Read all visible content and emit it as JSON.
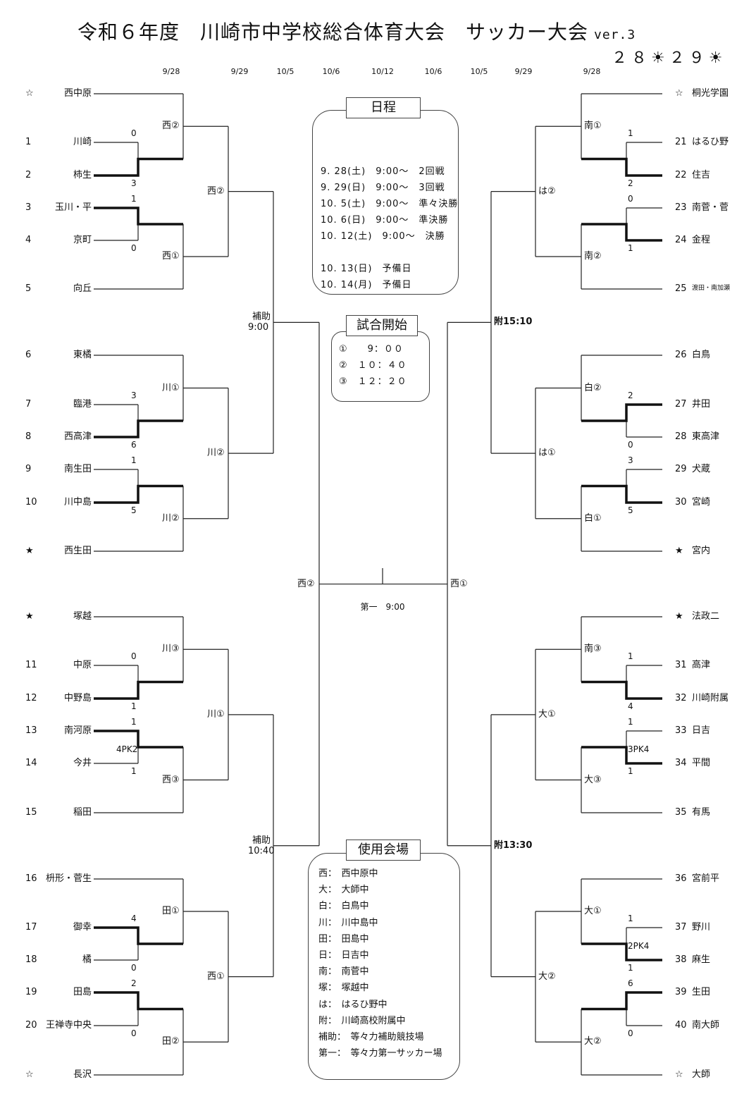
{
  "title": "令和６年度　川崎市中学校総合体育大会　サッカー大会",
  "version": "ver.3",
  "weather": "２８☀２９☀",
  "dates_left": [
    "9/28",
    "9/29",
    "10/5",
    "10/6"
  ],
  "date_center": "10/12",
  "dates_right": [
    "10/6",
    "10/5",
    "9/29",
    "9/28"
  ],
  "left_teams": [
    {
      "seed": "☆",
      "name": "西中原"
    },
    {
      "seed": "1",
      "name": "川崎"
    },
    {
      "seed": "2",
      "name": "柿生"
    },
    {
      "seed": "3",
      "name": "玉川・平"
    },
    {
      "seed": "4",
      "name": "京町"
    },
    {
      "seed": "5",
      "name": "向丘"
    },
    {
      "seed": "6",
      "name": "東橘"
    },
    {
      "seed": "7",
      "name": "臨港"
    },
    {
      "seed": "8",
      "name": "西高津"
    },
    {
      "seed": "9",
      "name": "南生田"
    },
    {
      "seed": "10",
      "name": "川中島"
    },
    {
      "seed": "★",
      "name": "西生田"
    },
    {
      "seed": "★",
      "name": "塚越"
    },
    {
      "seed": "11",
      "name": "中原"
    },
    {
      "seed": "12",
      "name": "中野島"
    },
    {
      "seed": "13",
      "name": "南河原"
    },
    {
      "seed": "14",
      "name": "今井"
    },
    {
      "seed": "15",
      "name": "稲田"
    },
    {
      "seed": "16",
      "name": "枡形・菅生"
    },
    {
      "seed": "17",
      "name": "御幸"
    },
    {
      "seed": "18",
      "name": "橘"
    },
    {
      "seed": "19",
      "name": "田島"
    },
    {
      "seed": "20",
      "name": "王禅寺中央"
    },
    {
      "seed": "☆",
      "name": "長沢"
    }
  ],
  "right_teams": [
    {
      "seed": "☆",
      "name": "桐光学園"
    },
    {
      "seed": "21",
      "name": "はるひ野"
    },
    {
      "seed": "22",
      "name": "住吉"
    },
    {
      "seed": "23",
      "name": "南菅・菅"
    },
    {
      "seed": "24",
      "name": "金程"
    },
    {
      "seed": "25",
      "name": "渡田・南加瀬"
    },
    {
      "seed": "26",
      "name": "白鳥"
    },
    {
      "seed": "27",
      "name": "井田"
    },
    {
      "seed": "28",
      "name": "東高津"
    },
    {
      "seed": "29",
      "name": "犬蔵"
    },
    {
      "seed": "30",
      "name": "宮崎"
    },
    {
      "seed": "★",
      "name": "宮内"
    },
    {
      "seed": "★",
      "name": "法政二"
    },
    {
      "seed": "31",
      "name": "高津"
    },
    {
      "seed": "32",
      "name": "川崎附属"
    },
    {
      "seed": "33",
      "name": "日吉"
    },
    {
      "seed": "34",
      "name": "平間"
    },
    {
      "seed": "35",
      "name": "有馬"
    },
    {
      "seed": "36",
      "name": "宮前平"
    },
    {
      "seed": "37",
      "name": "野川"
    },
    {
      "seed": "38",
      "name": "麻生"
    },
    {
      "seed": "39",
      "name": "生田"
    },
    {
      "seed": "40",
      "name": "南大師"
    },
    {
      "seed": "☆",
      "name": "大師"
    }
  ],
  "left_r1_scores": [
    {
      "top": "0",
      "bottom": "3",
      "note": ""
    },
    {
      "top": "1",
      "bottom": "0",
      "note": ""
    },
    {
      "top": "3",
      "bottom": "6",
      "note": ""
    },
    {
      "top": "1",
      "bottom": "5",
      "note": ""
    },
    {
      "top": "0",
      "bottom": "1",
      "note": ""
    },
    {
      "top": "1",
      "bottom": "1",
      "note": "4PK2"
    },
    {
      "top": "4",
      "bottom": "0",
      "note": ""
    },
    {
      "top": "2",
      "bottom": "0",
      "note": ""
    }
  ],
  "right_r1_scores": [
    {
      "top": "1",
      "bottom": "2",
      "note": ""
    },
    {
      "top": "0",
      "bottom": "1",
      "note": ""
    },
    {
      "top": "2",
      "bottom": "0",
      "note": ""
    },
    {
      "top": "3",
      "bottom": "5",
      "note": ""
    },
    {
      "top": "1",
      "bottom": "4",
      "note": ""
    },
    {
      "top": "1",
      "bottom": "1",
      "note": "3PK4"
    },
    {
      "top": "1",
      "bottom": "1",
      "note": "2PK4"
    },
    {
      "top": "6",
      "bottom": "0",
      "note": ""
    }
  ],
  "left_r2_venues": [
    "西②",
    "西①",
    "川①",
    "川②",
    "川③",
    "西③",
    "田①",
    "田②"
  ],
  "left_r3_venues": [
    "西②",
    "川②",
    "川①",
    "西①"
  ],
  "left_qf_venues": [
    "補助\n9:00",
    "補助\n10:40"
  ],
  "left_sf_venue": "西②",
  "right_r2_venues": [
    "南①",
    "南②",
    "白②",
    "白①",
    "南③",
    "大③",
    "大①",
    "大②"
  ],
  "right_r3_venues": [
    "は②",
    "は①",
    "大①",
    "大②"
  ],
  "right_qf_venues": [
    "附15:10",
    "附13:30"
  ],
  "right_sf_venue": "西①",
  "final_label": "第一　9:00",
  "schedule": {
    "title": "日程",
    "lines": [
      "9. 28(土)　9:00～　2回戦",
      "9. 29(日)　9:00～　3回戦",
      "10. 5(土)　9:00～　準々決勝",
      "10. 6(日)　9:00～　準決勝",
      "10. 12(土)　9:00～　決勝",
      "",
      "10. 13(日)　予備日",
      "10. 14(月)　予備日"
    ]
  },
  "kickoff": {
    "title": "試合開始",
    "lines": [
      "①　　9：００",
      "②　１０：４０",
      "③　１２：２０"
    ]
  },
  "venues": {
    "title": "使用会場",
    "lines": [
      "西：　西中原中",
      "大：　大師中",
      "白：　白鳥中",
      "川：　川中島中",
      "田：　田島中",
      "日：　日吉中",
      "南：　南菅中",
      "塚：　塚越中",
      "は：　はるひ野中",
      "附：　川崎高校附属中",
      "補助：　等々力補助競技場",
      "第一：　等々力第一サッカー場"
    ]
  }
}
